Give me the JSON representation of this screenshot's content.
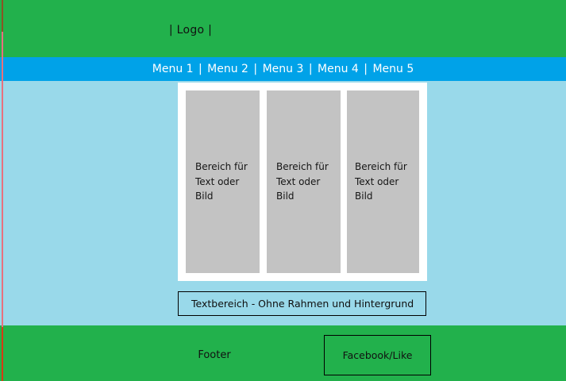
{
  "header": {
    "logo_label": "| Logo |",
    "background_color": "#22b14c"
  },
  "menu": {
    "background_color": "#00a2e8",
    "text_color": "#ffffff",
    "separator": "|",
    "items": [
      {
        "label": "Menu 1"
      },
      {
        "label": "Menu 2"
      },
      {
        "label": "Menu 3"
      },
      {
        "label": "Menu 4"
      },
      {
        "label": "Menu 5"
      }
    ]
  },
  "body": {
    "background_color": "#99d9ea",
    "panel_background_color": "#ffffff",
    "columns": [
      {
        "label": "Bereich für Text oder Bild",
        "background_color": "#c3c3c3"
      },
      {
        "label": "Bereich für Text oder Bild",
        "background_color": "#c3c3c3"
      },
      {
        "label": "Bereich für Text oder Bild",
        "background_color": "#c3c3c3"
      }
    ],
    "text_area": {
      "label": "Textbereich - Ohne Rahmen und Hintergrund",
      "border_color": "#000000",
      "background": "transparent"
    }
  },
  "footer": {
    "background_color": "#22b14c",
    "label": "Footer",
    "facebook_box": {
      "label": "Facebook/Like",
      "border_color": "#000000"
    }
  },
  "guides": {
    "left_rule_color": "#e8707e",
    "left_rule_top_color": "#8a5423",
    "left_rule_bottom_color": "#d93a12"
  }
}
